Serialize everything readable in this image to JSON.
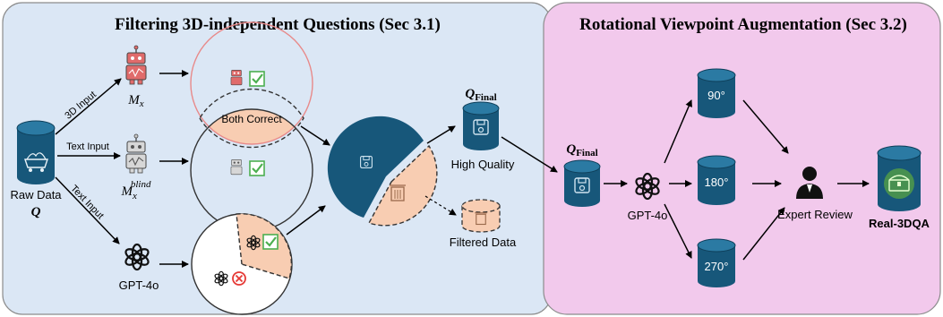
{
  "panels": {
    "left_title": "Filtering 3D-independent Questions (Sec 3.1)",
    "right_title": "Rotational Viewpoint Augmentation (Sec 3.2)"
  },
  "left": {
    "raw_data_label": "Raw Data",
    "raw_data_symbol": "Q",
    "edge_3d_input": "3D Input",
    "edge_text_input_mid": "Text Input",
    "edge_text_input_low": "Text Input",
    "model_mx_base": "M",
    "model_mx_sub": "x",
    "model_blind_base": "M",
    "model_blind_sub": "x",
    "model_blind_sup": "blind",
    "gpt_label": "GPT-4o",
    "both_correct": "Both Correct",
    "q_final_base": "Q",
    "q_final_sub": "Final",
    "high_quality": "High Quality",
    "filtered_data": "Filtered Data"
  },
  "right": {
    "q_final_base": "Q",
    "q_final_sub": "Final",
    "gpt_label": "GPT-4o",
    "angles": [
      "90°",
      "180°",
      "270°"
    ],
    "expert_review": "Expert Review",
    "output_label": "Real-3DQA"
  },
  "colors": {
    "left_bg": "#dbe7f5",
    "right_bg": "#f2c9ec",
    "navy": "#17577a",
    "peach": "#f8cdb2",
    "robot_red": "#e06b6b",
    "robot_gray": "#c9c9c9",
    "check_green": "#4caf50",
    "cross_red": "#e53935"
  },
  "icons": [
    "robot-icon",
    "chatgpt-logo-icon",
    "floppy-disk-icon",
    "trash-icon",
    "expert-person-icon",
    "check-icon",
    "cross-icon",
    "treasure-chest-icon"
  ]
}
